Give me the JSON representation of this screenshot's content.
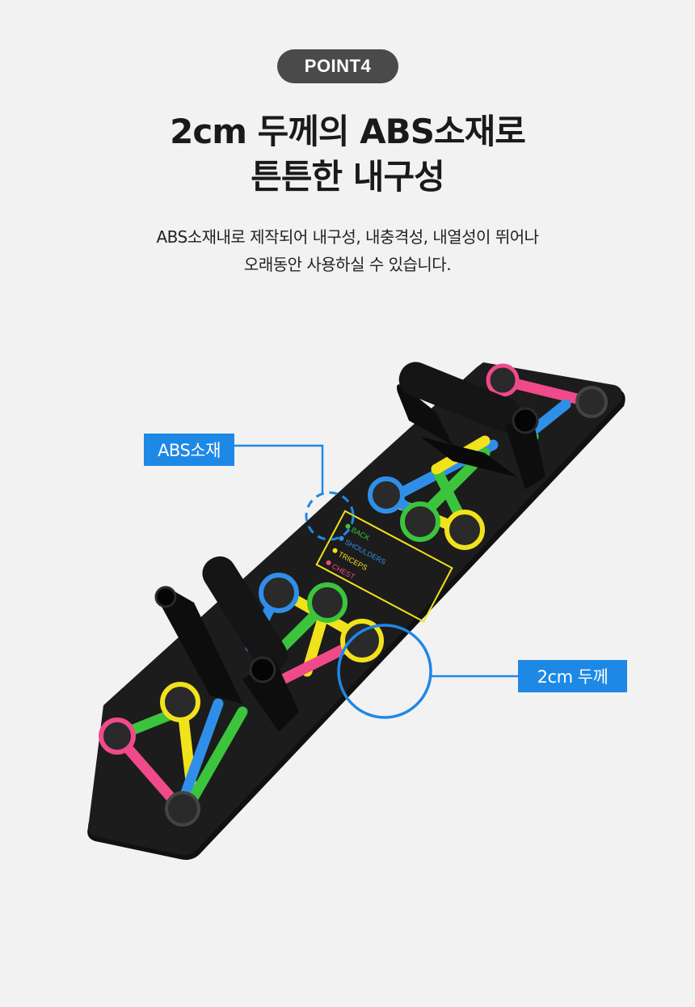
{
  "badge": "POINT4",
  "title": {
    "line1": "2cm 두께의 ABS소재로",
    "line2": "튼튼한 내구성"
  },
  "description": {
    "line1": "ABS소재내로 제작되어 내구성, 내충격성, 내열성이 뛰어나",
    "line2": "오래동안 사용하실 수 있습니다."
  },
  "callouts": {
    "material": "ABS소재",
    "thickness": "2cm 두께"
  },
  "board_legend": {
    "back": "BACK",
    "shoulders": "SHOULDERS",
    "triceps": "TRICEPS",
    "chest": "CHEST"
  },
  "colors": {
    "badge_bg": "#4a4a4a",
    "callout_blue": "#1e88e5",
    "board": "#1b1b1b",
    "stripe_blue": "#2f8fe8",
    "stripe_yellow": "#f2e21b",
    "stripe_green": "#3cc43c",
    "stripe_pink": "#f04a8a"
  }
}
